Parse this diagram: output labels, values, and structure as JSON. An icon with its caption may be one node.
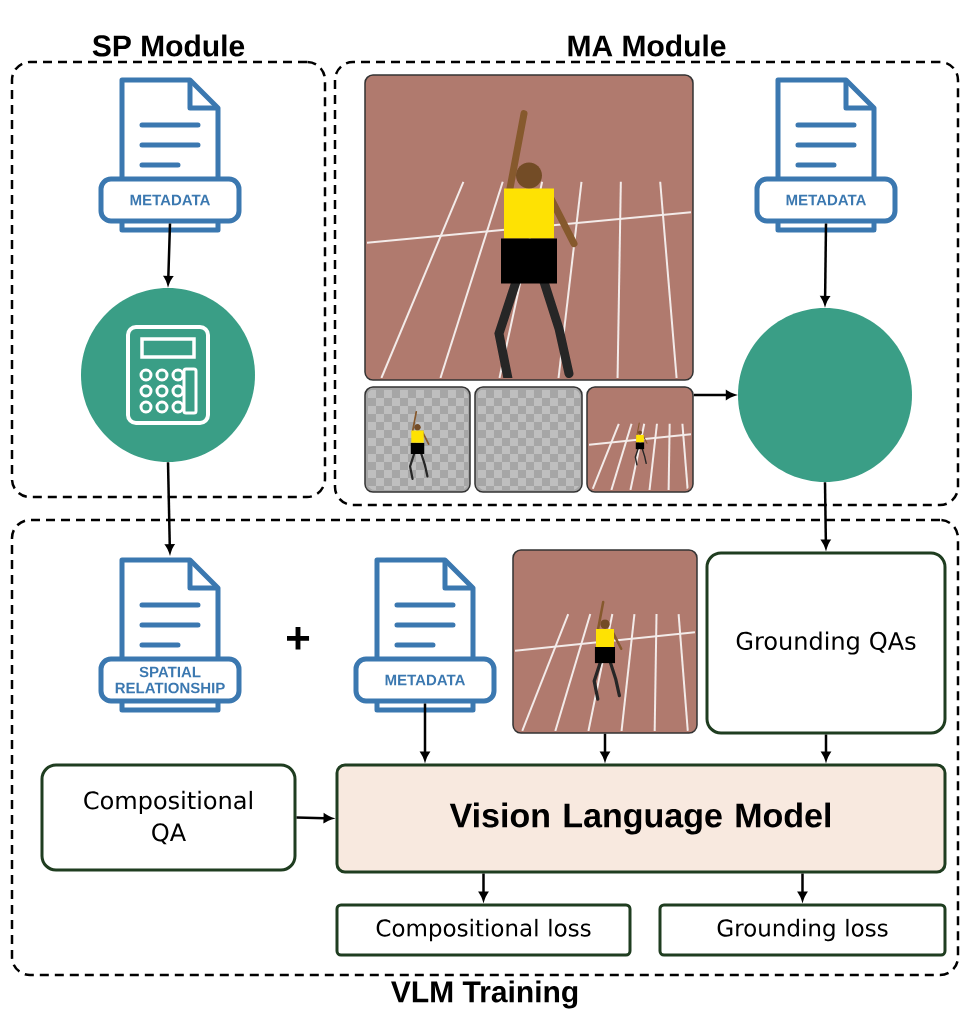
{
  "diagram": {
    "nodes": [
      {
        "text": [
          "SP Module"
        ]
      },
      {
        "text": [
          "MA Module"
        ]
      },
      {
        "text": [
          "VLM Training"
        ]
      },
      {
        "text": [
          "METADATA"
        ],
        "in": 0
      },
      {
        "text": [],
        "shape": "circle",
        "in": 0
      },
      {
        "text": [],
        "shape": "picture",
        "in": 1
      },
      {
        "text": [],
        "shape": "picture",
        "in": 1
      },
      {
        "text": [],
        "shape": "picture",
        "in": 1
      },
      {
        "text": [],
        "shape": "picture",
        "in": 1
      },
      {
        "text": [
          "METADATA"
        ],
        "in": 1
      },
      {
        "text": [],
        "shape": "circle",
        "in": 1
      },
      {
        "text": [
          "SPATIAL RELATIONSHIP"
        ],
        "in": 2
      },
      {
        "text": [
          "METADATA"
        ],
        "in": 2
      },
      {
        "text": [],
        "shape": "picture",
        "in": 2
      },
      {
        "text": [
          "Grounding QAs"
        ],
        "in": 2
      },
      {
        "text": [
          "Compositional QA"
        ],
        "in": 2
      },
      {
        "text": [
          "Vision Language Model"
        ],
        "in": 2
      },
      {
        "text": [
          "Compositional loss"
        ],
        "in": 2
      },
      {
        "text": [
          "Grounding loss"
        ],
        "in": 2
      }
    ],
    "edges": [
      {
        "from": 3,
        "to": 4,
        "arrow": "to"
      },
      {
        "from": 4,
        "to": 11,
        "arrow": "to"
      },
      {
        "from": 9,
        "to": 10,
        "arrow": "to"
      },
      {
        "from": 8,
        "to": 10,
        "arrow": "to"
      },
      {
        "from": 10,
        "to": 14,
        "arrow": "to"
      },
      {
        "from": 12,
        "to": 16,
        "arrow": "to"
      },
      {
        "from": 13,
        "to": 16,
        "arrow": "to"
      },
      {
        "from": 14,
        "to": 16,
        "arrow": "to"
      },
      {
        "from": 15,
        "to": 16,
        "arrow": "to"
      },
      {
        "from": 16,
        "to": 17,
        "arrow": "to"
      },
      {
        "from": 16,
        "to": 18,
        "arrow": "to"
      }
    ],
    "labels": [
      "+"
    ]
  }
}
